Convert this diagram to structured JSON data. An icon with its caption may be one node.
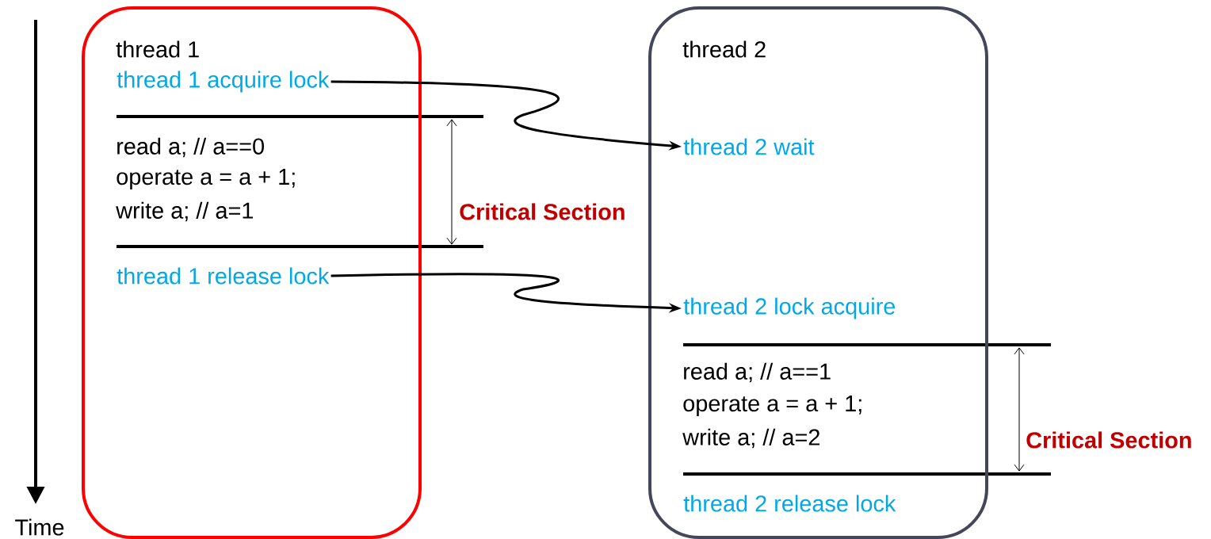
{
  "diagram": {
    "nodes": [
      {
        "text": [
          "thread 1",
          "read a;   // a==0",
          "operate a = a + 1;",
          "write a;   // a=1"
        ]
      },
      {
        "text": [
          "thread 1 acquire lock"
        ],
        "in": 0
      },
      {
        "text": [
          "thread 1 release lock"
        ],
        "in": 0
      },
      {
        "text": [
          "thread 2",
          "read a;   // a==1",
          "operate a = a + 1;",
          "write a;   // a=2"
        ]
      },
      {
        "text": [
          "thread 2 wait"
        ],
        "in": 3
      },
      {
        "text": [
          "thread 2 lock acquire"
        ],
        "in": 3
      },
      {
        "text": [
          "thread 2 release lock"
        ],
        "in": 3
      }
    ],
    "edges": [
      {
        "from": 1,
        "to": 4,
        "arrow": "to"
      },
      {
        "from": 2,
        "to": 5,
        "arrow": "to"
      }
    ],
    "labels": [
      "Critical Section",
      "Critical Section",
      "Time"
    ]
  }
}
